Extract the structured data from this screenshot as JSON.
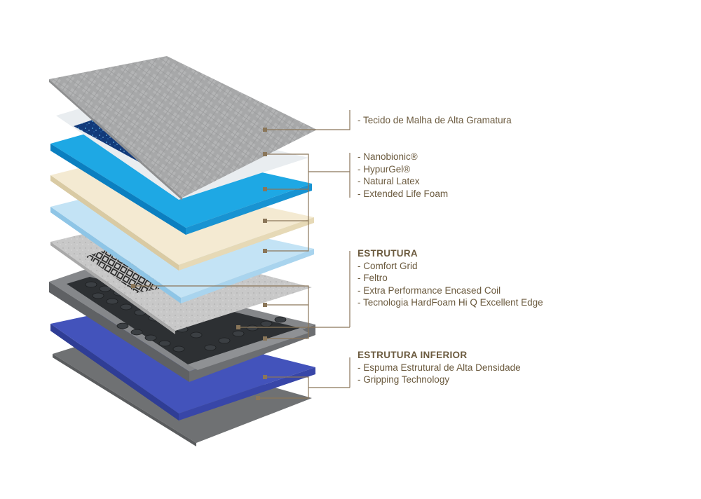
{
  "colors": {
    "leader_line": "#8a7659",
    "text": "#6b5a3e",
    "cover": "#a9aaab",
    "gel_blue": "#1aa6e2",
    "latex_cream": "#f3e9cf",
    "foam_light_blue": "#bfe1f4",
    "felt": "#c9c9c9",
    "coil_frame": "#7d7f82",
    "coil_spring": "#2e3134",
    "base_foam": "#3f4fb5",
    "gripping": "#6f7173"
  },
  "groups": [
    {
      "id": "cover",
      "heading": "",
      "items": [
        "- Tecido de Malha de Alta Gramatura"
      ]
    },
    {
      "id": "comfort",
      "heading": "",
      "items": [
        "- Nanobionic®",
        "- HypurGel®",
        "- Natural Latex",
        "- Extended Life Foam"
      ]
    },
    {
      "id": "estrutura",
      "heading": "ESTRUTURA",
      "items": [
        "- Comfort Grid",
        "- Feltro",
        "- Extra Performance Encased Coil",
        "- Tecnologia HardFoam Hi Q Excellent Edge"
      ]
    },
    {
      "id": "inferior",
      "heading": "ESTRUTURA INFERIOR",
      "items": [
        "- Espuma Estrutural de Alta Densidade",
        "- Gripping Technology"
      ]
    }
  ]
}
